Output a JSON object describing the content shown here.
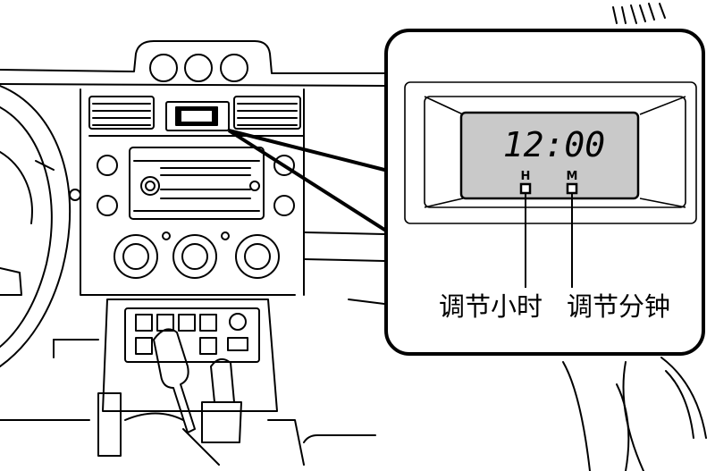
{
  "clock": {
    "display_time": "12:00",
    "hour_button_letter": "H",
    "minute_button_letter": "M",
    "hour_caption": "调节小时",
    "minute_caption": "调节分钟"
  }
}
